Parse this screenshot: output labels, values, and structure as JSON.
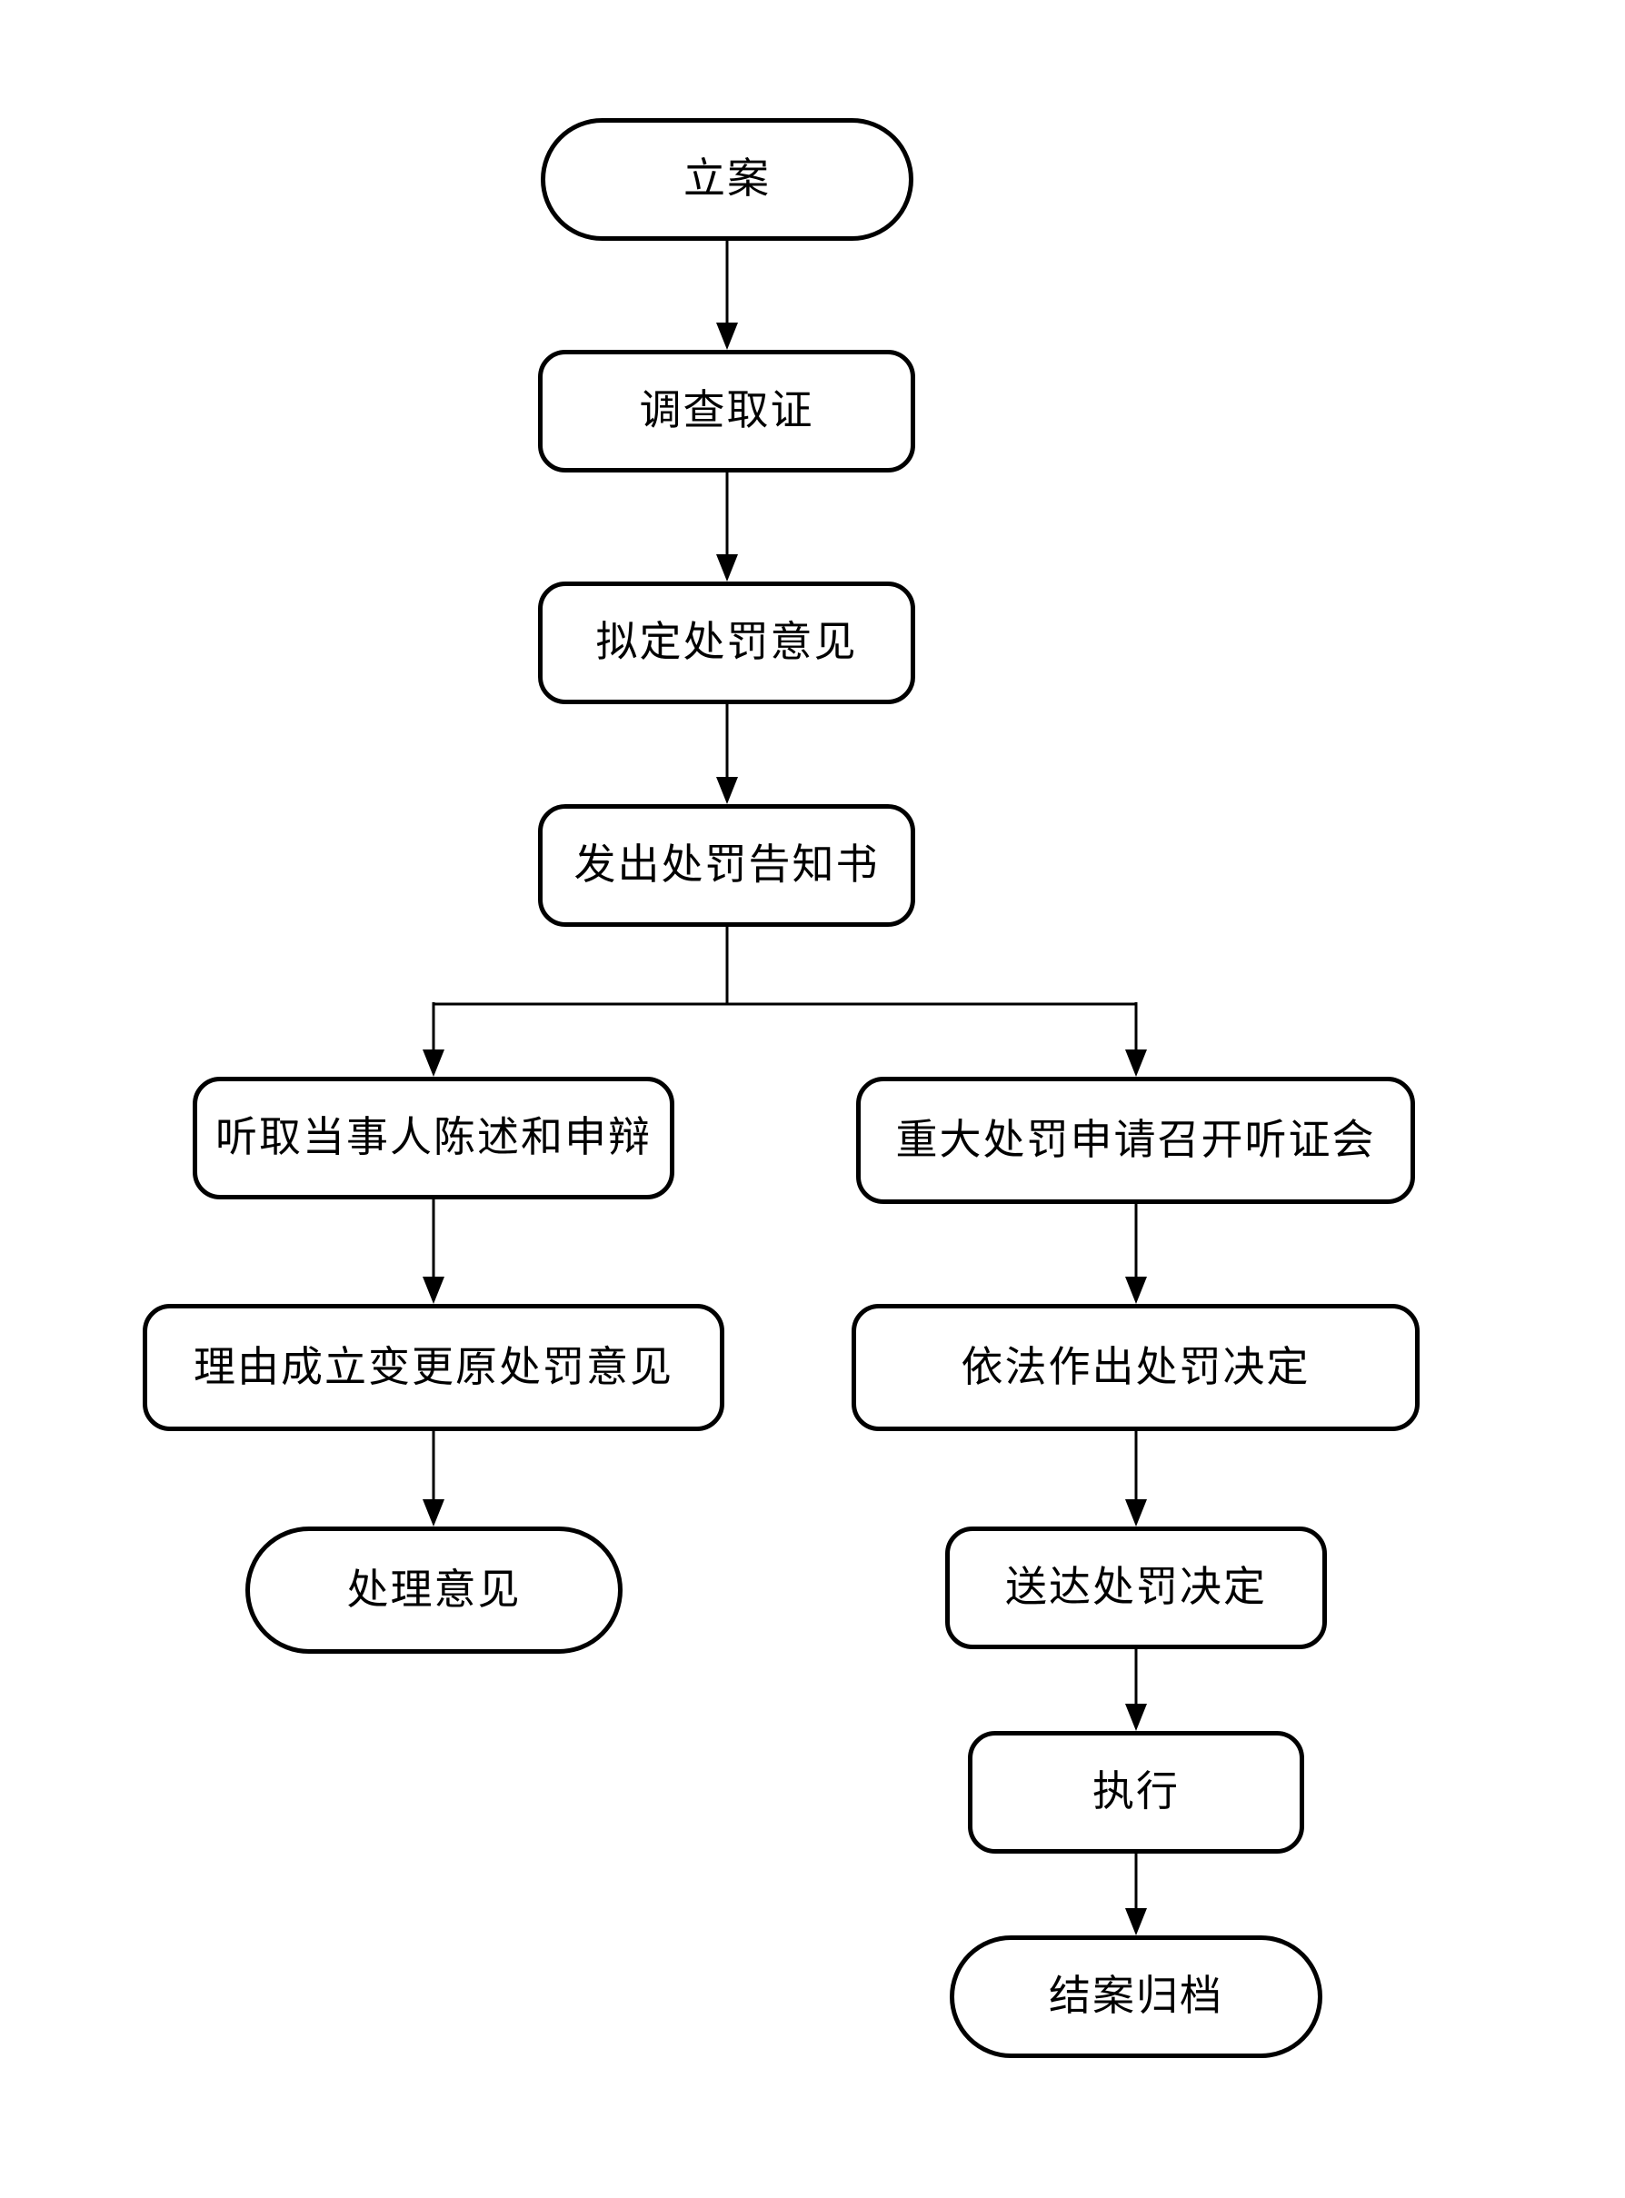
{
  "flowchart": {
    "colors": {
      "stroke": "#000000",
      "background": "#ffffff"
    },
    "nodes": [
      {
        "id": "start",
        "label": "立案",
        "shape": "stadium"
      },
      {
        "id": "invest",
        "label": "调查取证",
        "shape": "rounded-rect"
      },
      {
        "id": "draft",
        "label": "拟定处罚意见",
        "shape": "rounded-rect"
      },
      {
        "id": "notice",
        "label": "发出处罚告知书",
        "shape": "rounded-rect"
      },
      {
        "id": "hear",
        "label": "听取当事人陈述和申辩",
        "shape": "rounded-rect"
      },
      {
        "id": "hearing",
        "label": "重大处罚申请召开听证会",
        "shape": "rounded-rect"
      },
      {
        "id": "change",
        "label": "理由成立变更原处罚意见",
        "shape": "rounded-rect"
      },
      {
        "id": "decide",
        "label": "依法作出处罚决定",
        "shape": "rounded-rect"
      },
      {
        "id": "opinion",
        "label": "处理意见",
        "shape": "stadium"
      },
      {
        "id": "deliver",
        "label": "送达处罚决定",
        "shape": "rounded-rect"
      },
      {
        "id": "execute",
        "label": "执行",
        "shape": "rounded-rect"
      },
      {
        "id": "archive",
        "label": "结案归档",
        "shape": "stadium"
      }
    ],
    "edges": [
      {
        "from": "立案",
        "to": "调查取证"
      },
      {
        "from": "调查取证",
        "to": "拟定处罚意见"
      },
      {
        "from": "拟定处罚意见",
        "to": "发出处罚告知书"
      },
      {
        "from": "发出处罚告知书",
        "to": "听取当事人陈述和申辩"
      },
      {
        "from": "发出处罚告知书",
        "to": "重大处罚申请召开听证会"
      },
      {
        "from": "听取当事人陈述和申辩",
        "to": "理由成立变更原处罚意见"
      },
      {
        "from": "理由成立变更原处罚意见",
        "to": "处理意见"
      },
      {
        "from": "重大处罚申请召开听证会",
        "to": "依法作出处罚决定"
      },
      {
        "from": "依法作出处罚决定",
        "to": "送达处罚决定"
      },
      {
        "from": "送达处罚决定",
        "to": "执行"
      },
      {
        "from": "执行",
        "to": "结案归档"
      }
    ]
  }
}
